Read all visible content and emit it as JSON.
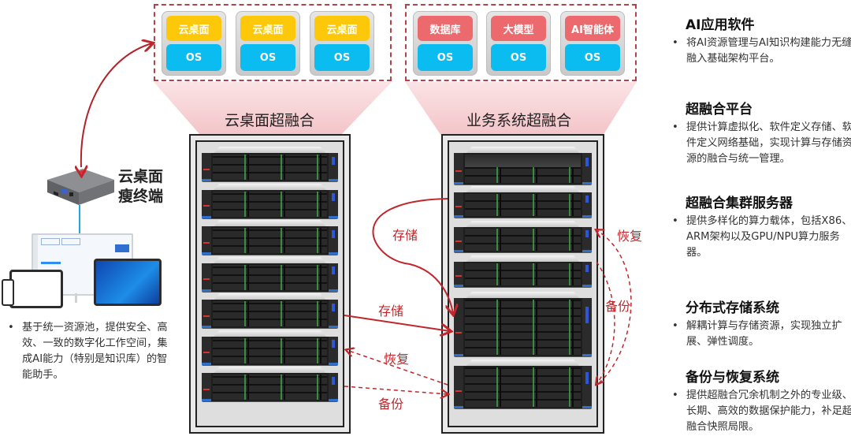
{
  "colors": {
    "desktop_app": "#fec80a",
    "business_app": "#ec6a6e",
    "os": "#0bbcf0",
    "accent_red": "#c0272d",
    "dashed_border": "#b1434b"
  },
  "vm_groups": [
    {
      "name": "desktop-vms",
      "vms": [
        {
          "app": "云桌面",
          "os": "OS"
        },
        {
          "app": "云桌面",
          "os": "OS"
        },
        {
          "app": "云桌面",
          "os": "OS"
        }
      ]
    },
    {
      "name": "business-vms",
      "vms": [
        {
          "app": "数据库",
          "os": "OS"
        },
        {
          "app": "大模型",
          "os": "OS"
        },
        {
          "app": "AI智能体",
          "os": "OS"
        }
      ]
    }
  ],
  "clusters": {
    "desktop": {
      "label": "云桌面超融合",
      "server_count": 7
    },
    "business": {
      "label": "业务系统超融合",
      "server_count": 6
    }
  },
  "thin_client": {
    "title_line1": "云桌面",
    "title_line2": "瘦终端"
  },
  "left_description": {
    "bullet": "•",
    "text": "基于统一资源池，提供安全、高效、一致的数字化工作空间，集成AI能力（特别是知识库）的智能助手。"
  },
  "arrows": {
    "store_top": "存储",
    "store_mid": "存储",
    "restore_left": "恢复",
    "backup_left": "备份",
    "restore_right": "恢复",
    "backup_right": "备份"
  },
  "sections": [
    {
      "title": "AI应用软件",
      "text": "将AI资源管理与AI知识构建能力无缝融入基础架构平台。"
    },
    {
      "title": "超融合平台",
      "text": "提供计算虚拟化、软件定义存储、软件定义网络基础，实现计算与存储资源的融合与统一管理。"
    },
    {
      "title": "超融合集群服务器",
      "text": "提供多样化的算力载体，包括X86、ARM架构以及GPU/NPU算力服务器。"
    },
    {
      "title": "分布式存储系统",
      "text": "解耦计算与存储资源，实现独立扩展、弹性调度。"
    },
    {
      "title": "备份与恢复系统",
      "text": "提供超融合冗余机制之外的专业级、长期、高效的数据保护能力，补足超融合快照局限。"
    }
  ],
  "bullet": "•"
}
